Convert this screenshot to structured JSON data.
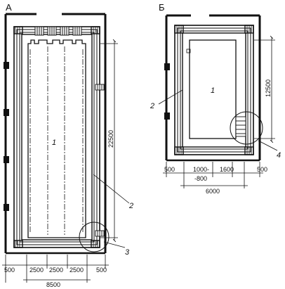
{
  "plan_a": {
    "label": "А",
    "callouts": [
      "1",
      "2",
      "3"
    ],
    "dim_vertical": "22500",
    "dims_bottom": [
      "500",
      "2500",
      "2500",
      "2500",
      "500"
    ],
    "dim_total": "8500"
  },
  "plan_b": {
    "label": "Б",
    "callouts": [
      "1",
      "2",
      "4"
    ],
    "dim_vertical": "12500",
    "dims_bottom": [
      "500",
      "1000-",
      "1600",
      "500"
    ],
    "dim_sub": "-800",
    "dim_total": "6000"
  }
}
